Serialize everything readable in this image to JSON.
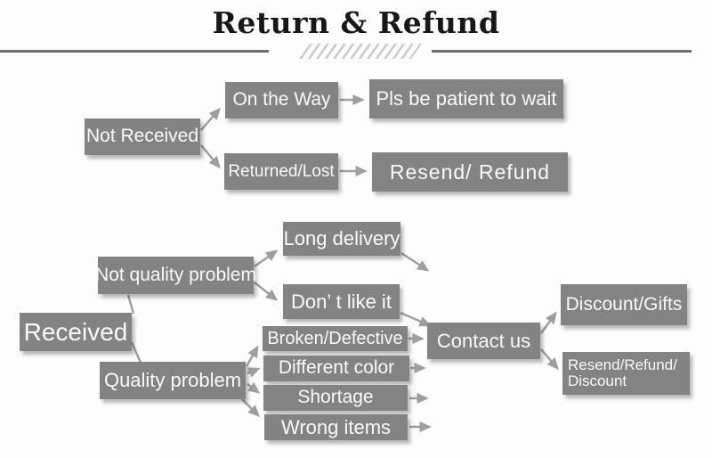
{
  "title": "Return & Refund",
  "colors": {
    "box": "#838383",
    "box_text": "#fafafa",
    "arrow": "#9e9e9e",
    "title_text": "#171717",
    "divider": "#6e6e6e",
    "hatch": "#c9c9c9",
    "background": "#fdfdfd"
  },
  "nodes": {
    "not_received": {
      "label": "Not Received"
    },
    "on_the_way": {
      "label": "On the Way"
    },
    "pls_wait": {
      "label": "Pls be patient to wait"
    },
    "returned_lost": {
      "label": "Returned/Lost"
    },
    "resend_refund": {
      "label": "Resend/ Refund"
    },
    "received": {
      "label": "Received"
    },
    "not_quality_problem": {
      "label": "Not quality problem"
    },
    "long_delivery": {
      "label": "Long delivery"
    },
    "dont_like_it": {
      "label": "Don’ t like it"
    },
    "quality_problem": {
      "label": "Quality problem"
    },
    "broken_defective": {
      "label": "Broken/Defective"
    },
    "different_color": {
      "label": "Different color"
    },
    "shortage": {
      "label": "Shortage"
    },
    "wrong_items": {
      "label": "Wrong items"
    },
    "contact_us": {
      "label": "Contact us"
    },
    "discount_gifts": {
      "label": "Discount/Gifts"
    },
    "resend_refund_discount": {
      "label": "Resend/Refund/ Discount"
    }
  }
}
